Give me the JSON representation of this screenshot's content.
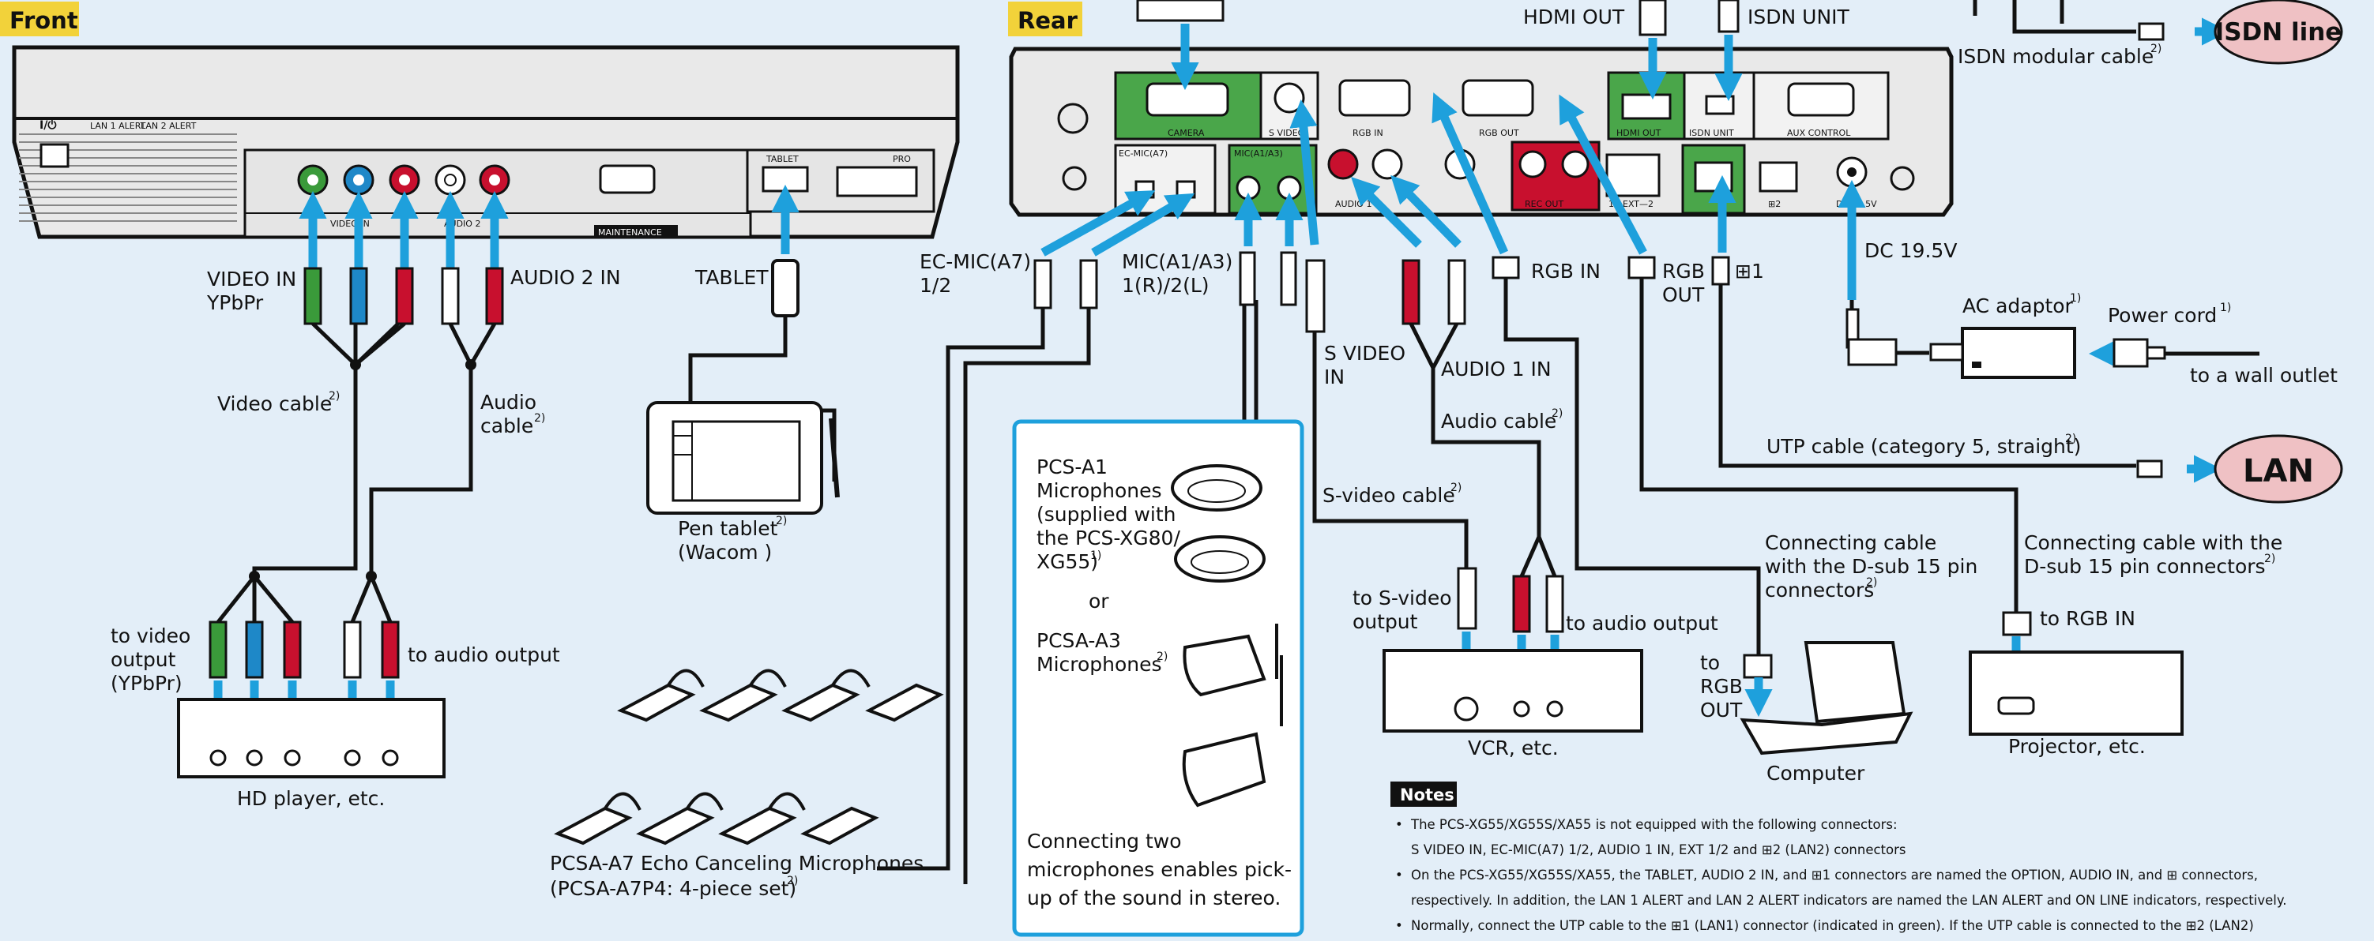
{
  "sections": {
    "front": "Front",
    "rear": "Rear"
  },
  "front_panel": {
    "power_symbol": "I/⏻",
    "lan1_alert": "LAN 1 ALERT",
    "lan2_alert": "LAN 2 ALERT",
    "video_in": "VIDEO IN",
    "audio2": "AUDIO 2",
    "tablet": "TABLET",
    "pro": "PRO",
    "maintenance": "MAINTENANCE"
  },
  "front_labels": {
    "video_in_1": "VIDEO IN",
    "video_in_2": "YPbPr",
    "audio2_in": "AUDIO 2 IN",
    "tablet": "TABLET",
    "video_cable": "Video cable",
    "video_cable_sup": "2)",
    "audio_cable_1": "Audio",
    "audio_cable_2": "cable",
    "audio_cable_sup": "2)",
    "pen_tablet_1": "Pen tablet",
    "pen_tablet_sup": "2)",
    "pen_tablet_2": "(Wacom )",
    "to_video_1": "to video",
    "to_video_2": "output",
    "to_video_3": "(YPbPr)",
    "to_audio": "to audio output",
    "hd_player": "HD player, etc."
  },
  "rear_panel": {
    "camera": "CAMERA",
    "s_video": "S VIDEO",
    "rgb_in": "RGB IN",
    "rgb_out": "RGB OUT",
    "hdmi_out": "HDMI OUT",
    "isdn_unit": "ISDN UNIT",
    "aux_control": "AUX CONTROL",
    "ec_mic": "EC-MIC(A7)",
    "mic": "MIC(A1/A3)",
    "audio1": "AUDIO 1",
    "rec_out": "REC OUT",
    "ext": "1—EXT—2",
    "dc": "DC 19.5V",
    "lan2_sym": "⊞2"
  },
  "rear_labels": {
    "hdmi_out": "HDMI OUT",
    "isdn_unit": "ISDN UNIT",
    "isdn_cable": "ISDN modular cable",
    "isdn_cable_sup": "2)",
    "isdn_line": "ISDN line",
    "ec_mic_1": "EC-MIC(A7)",
    "ec_mic_2": "1/2",
    "mic_1": "MIC(A1/A3)",
    "mic_2": "1(R)/2(L)",
    "s_video_1": "S VIDEO",
    "s_video_2": "IN",
    "rgb_in": "RGB IN",
    "rgb_out_1": "RGB",
    "rgb_out_2": "OUT",
    "lan1": "⊞1",
    "dc": "DC 19.5V",
    "audio1_in": "AUDIO 1 IN",
    "audio_cable": "Audio cable",
    "audio_cable_sup": "2)",
    "ac_adaptor": "AC adaptor",
    "ac_adaptor_sup": "1)",
    "power_cord": "Power cord",
    "power_cord_sup": "1)",
    "wall_outlet": "to a wall outlet",
    "utp_cable": "UTP cable (category 5, straight)",
    "utp_cable_sup": "2)",
    "lan": "LAN",
    "svideo_cable": "S-video cable",
    "svideo_cable_sup": "2)",
    "to_svideo_1": "to S-video",
    "to_svideo_2": "output",
    "to_audio": "to audio output",
    "vcr": "VCR, etc.",
    "conn_cable_c1": "Connecting cable",
    "conn_cable_c2": "with the D-sub 15 pin",
    "conn_cable_c3": "connectors",
    "conn_cable_c_sup": "2)",
    "to_rgb_out_1": "to",
    "to_rgb_out_2": "RGB",
    "to_rgb_out_3": "OUT",
    "computer": "Computer",
    "conn_cable_p1": "Connecting cable with the",
    "conn_cable_p2": "D-sub 15 pin connectors",
    "conn_cable_p_sup": "2)",
    "to_rgb_in": "to RGB IN",
    "projector": "Projector, etc."
  },
  "mic_box": {
    "pcs_a1_1": "PCS-A1",
    "pcs_a1_2": "Microphones",
    "pcs_a1_3": "(supplied with",
    "pcs_a1_4": "the PCS-XG80/",
    "pcs_a1_5": "XG55)",
    "pcs_a1_sup": "1)",
    "or": "or",
    "pcsa_a3_1": "PCSA-A3",
    "pcsa_a3_2": "Microphones",
    "pcsa_a3_sup": "2)",
    "stereo_1": "Connecting two",
    "stereo_2": "microphones enables pick-",
    "stereo_3": "up of the sound in stereo."
  },
  "pcsa_a7": {
    "line1": "PCSA-A7 Echo Canceling Microphones",
    "line2": "(PCSA-A7P4: 4-piece set)",
    "sup": "2)"
  },
  "notes": {
    "title": "Notes",
    "n1a": "The PCS-XG55/XG55S/XA55 is not equipped with the following connectors:",
    "n1b": "S VIDEO IN, EC-MIC(A7) 1/2, AUDIO 1 IN, EXT 1/2 and ⊞2 (LAN2) connectors",
    "n2a": "On the PCS-XG55/XG55S/XA55, the TABLET, AUDIO 2 IN, and ⊞1 connectors are named the OPTION, AUDIO IN, and ⊞ connectors,",
    "n2b": "respectively. In addition, the LAN 1 ALERT and LAN 2 ALERT indicators are named the LAN ALERT and ON LINE indicators, respectively.",
    "n3a": "Normally, connect the UTP cable to the ⊞1 (LAN1) connector (indicated in green). If the UTP cable is connected to the ⊞2 (LAN2)"
  },
  "colors": {
    "background": "#e3eef8",
    "arrow_blue": "#1ea0dc",
    "device_gray": "#e8e8e8",
    "badge_yellow": "#f2d23a",
    "connector_green": "#4aa64a",
    "ellipse_pink": "#efc1c4",
    "red_plug": "#c8102e",
    "green_plug": "#3a9a3a",
    "blue_plug": "#1e88c8"
  }
}
